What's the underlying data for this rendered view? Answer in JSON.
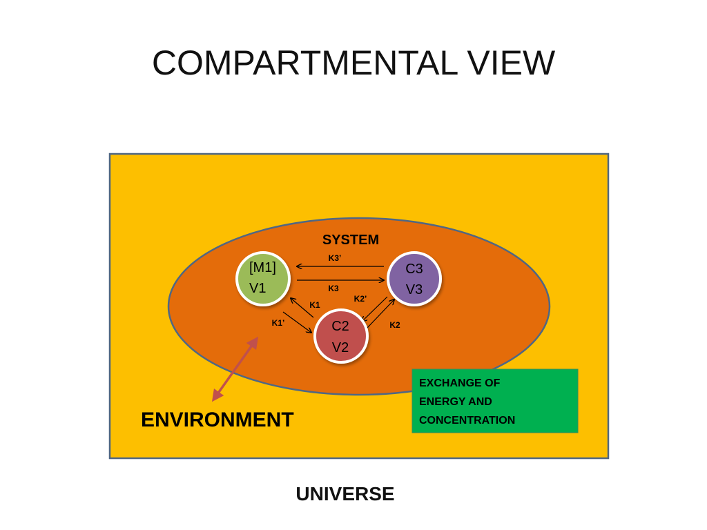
{
  "title": "COMPARTMENTAL VIEW",
  "universe_label": "UNIVERSE",
  "environment_label": "ENVIRONMENT",
  "system_label": "SYSTEM",
  "exchange_box": {
    "line1": "EXCHANGE OF",
    "line2": "ENERGY AND",
    "line3": "CONCENTRATION"
  },
  "compartments": {
    "c1": {
      "line1": "[M1]",
      "line2": "V1"
    },
    "c2": {
      "line1": "C2",
      "line2": "V2"
    },
    "c3": {
      "line1": "C3",
      "line2": "V3"
    }
  },
  "rates": {
    "k1": "K1",
    "k1_prime": "K1’",
    "k2": "K2",
    "k2_prime": "K2’",
    "k3": "K3",
    "k3_prime": "K3’"
  },
  "colors": {
    "environment": "#fdbf00",
    "system": "#e46c0a",
    "compartment_1": "#9bbb59",
    "compartment_2": "#c0504d",
    "compartment_3": "#8064a2",
    "exchange_box": "#00b050",
    "border": "#4f6784",
    "double_arrow": "#c0504d"
  }
}
